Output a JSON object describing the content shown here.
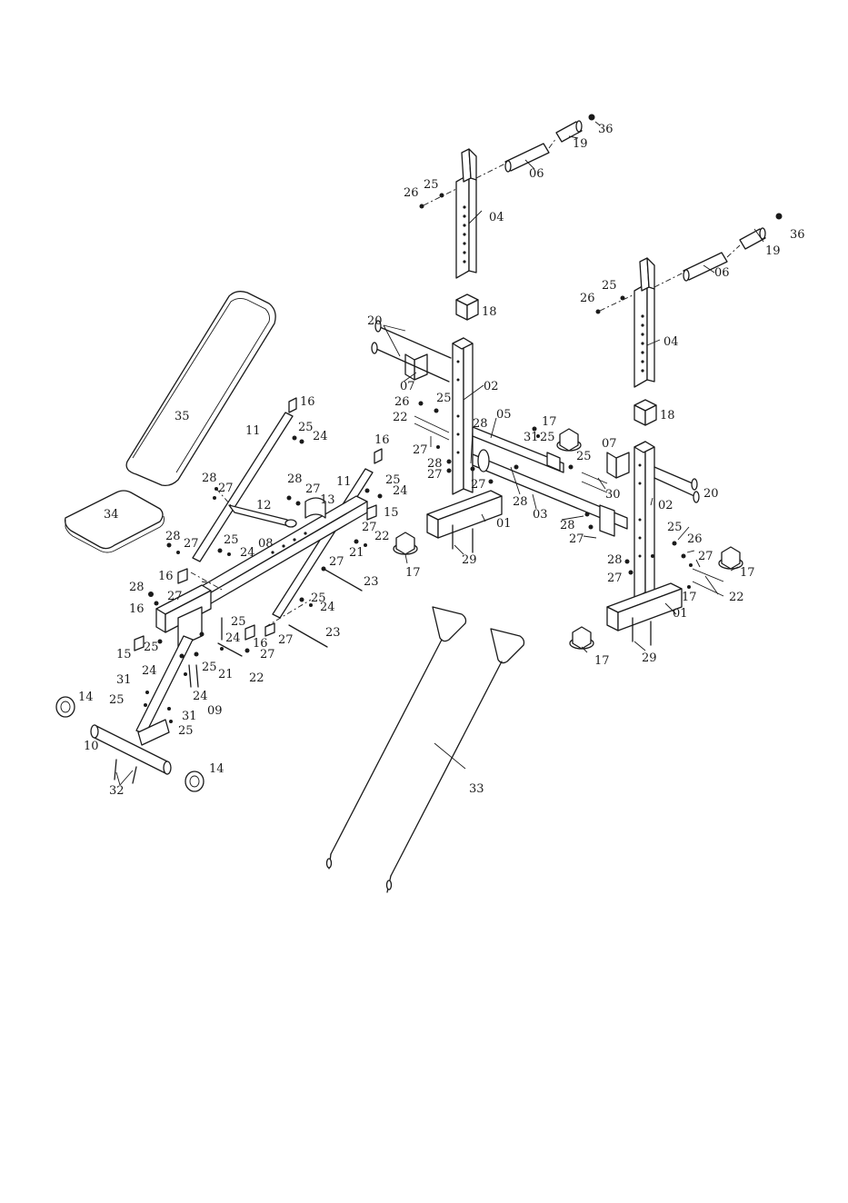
{
  "labels": [
    {
      "id": "l36a",
      "text": "36"
    },
    {
      "id": "l19a",
      "text": "19"
    },
    {
      "id": "l06a",
      "text": "06"
    },
    {
      "id": "l25a",
      "text": "25"
    },
    {
      "id": "l26a",
      "text": "26"
    },
    {
      "id": "l04a",
      "text": "04"
    },
    {
      "id": "l36b",
      "text": "36"
    },
    {
      "id": "l19b",
      "text": "19"
    },
    {
      "id": "l06b",
      "text": "06"
    },
    {
      "id": "l25b",
      "text": "25"
    },
    {
      "id": "l26b",
      "text": "26"
    },
    {
      "id": "l04b",
      "text": "04"
    },
    {
      "id": "l18a",
      "text": "18"
    },
    {
      "id": "l20a",
      "text": "20"
    },
    {
      "id": "l07a",
      "text": "07"
    },
    {
      "id": "l02a",
      "text": "02"
    },
    {
      "id": "l25c",
      "text": "25"
    },
    {
      "id": "l26c",
      "text": "26"
    },
    {
      "id": "l22a",
      "text": "22"
    },
    {
      "id": "l27a",
      "text": "27"
    },
    {
      "id": "l28a",
      "text": "28"
    },
    {
      "id": "l28b",
      "text": "28"
    },
    {
      "id": "l27b",
      "text": "27"
    },
    {
      "id": "l05",
      "text": "05"
    },
    {
      "id": "l17a",
      "text": "17"
    },
    {
      "id": "l31a",
      "text": "31"
    },
    {
      "id": "l25d",
      "text": "25"
    },
    {
      "id": "l25e",
      "text": "25"
    },
    {
      "id": "l07b",
      "text": "07"
    },
    {
      "id": "l18b",
      "text": "18"
    },
    {
      "id": "l27c",
      "text": "27"
    },
    {
      "id": "l28c",
      "text": "28"
    },
    {
      "id": "l30",
      "text": "30"
    },
    {
      "id": "l02b",
      "text": "02"
    },
    {
      "id": "l20b",
      "text": "20"
    },
    {
      "id": "l03",
      "text": "03"
    },
    {
      "id": "l01a",
      "text": "01"
    },
    {
      "id": "l28d",
      "text": "28"
    },
    {
      "id": "l27d",
      "text": "27"
    },
    {
      "id": "l25f",
      "text": "25"
    },
    {
      "id": "l26d",
      "text": "26"
    },
    {
      "id": "l17b",
      "text": "17"
    },
    {
      "id": "l29a",
      "text": "29"
    },
    {
      "id": "l17c",
      "text": "17"
    },
    {
      "id": "l28e",
      "text": "28"
    },
    {
      "id": "l27e",
      "text": "27"
    },
    {
      "id": "l27f",
      "text": "27"
    },
    {
      "id": "l22b",
      "text": "22"
    },
    {
      "id": "l17d",
      "text": "17"
    },
    {
      "id": "l01b",
      "text": "01"
    },
    {
      "id": "l17e",
      "text": "17"
    },
    {
      "id": "l29b",
      "text": "29"
    },
    {
      "id": "l35",
      "text": "35"
    },
    {
      "id": "l34",
      "text": "34"
    },
    {
      "id": "l16a",
      "text": "16"
    },
    {
      "id": "l11a",
      "text": "11"
    },
    {
      "id": "l25g",
      "text": "25"
    },
    {
      "id": "l24a",
      "text": "24"
    },
    {
      "id": "l16b",
      "text": "16"
    },
    {
      "id": "l28f",
      "text": "28"
    },
    {
      "id": "l27g",
      "text": "27"
    },
    {
      "id": "l12",
      "text": "12"
    },
    {
      "id": "l28g",
      "text": "28"
    },
    {
      "id": "l27h",
      "text": "27"
    },
    {
      "id": "l13",
      "text": "13"
    },
    {
      "id": "l11b",
      "text": "11"
    },
    {
      "id": "l25h",
      "text": "25"
    },
    {
      "id": "l24b",
      "text": "24"
    },
    {
      "id": "l15a",
      "text": "15"
    },
    {
      "id": "l27i",
      "text": "27"
    },
    {
      "id": "l22c",
      "text": "22"
    },
    {
      "id": "l21a",
      "text": "21"
    },
    {
      "id": "l28h",
      "text": "28"
    },
    {
      "id": "l27j",
      "text": "27"
    },
    {
      "id": "l25i",
      "text": "25"
    },
    {
      "id": "l24c",
      "text": "24"
    },
    {
      "id": "l08",
      "text": "08"
    },
    {
      "id": "l27k",
      "text": "27"
    },
    {
      "id": "l23a",
      "text": "23"
    },
    {
      "id": "l16c",
      "text": "16"
    },
    {
      "id": "l28i",
      "text": "28"
    },
    {
      "id": "l27l",
      "text": "27"
    },
    {
      "id": "l16d",
      "text": "16"
    },
    {
      "id": "l25j",
      "text": "25"
    },
    {
      "id": "l24d",
      "text": "24"
    },
    {
      "id": "l25k",
      "text": "25"
    },
    {
      "id": "l15b",
      "text": "15"
    },
    {
      "id": "l25l",
      "text": "25"
    },
    {
      "id": "l24e",
      "text": "24"
    },
    {
      "id": "l16e",
      "text": "16"
    },
    {
      "id": "l27m",
      "text": "27"
    },
    {
      "id": "l23b",
      "text": "23"
    },
    {
      "id": "l24f",
      "text": "24"
    },
    {
      "id": "l25m",
      "text": "25"
    },
    {
      "id": "l21b",
      "text": "21"
    },
    {
      "id": "l22d",
      "text": "22"
    },
    {
      "id": "l27n",
      "text": "27"
    },
    {
      "id": "l24g",
      "text": "24"
    },
    {
      "id": "l31b",
      "text": "31"
    },
    {
      "id": "l25n",
      "text": "25"
    },
    {
      "id": "l09",
      "text": "09"
    },
    {
      "id": "l31c",
      "text": "31"
    },
    {
      "id": "l14a",
      "text": "14"
    },
    {
      "id": "l25o",
      "text": "25"
    },
    {
      "id": "l10",
      "text": "10"
    },
    {
      "id": "l14b",
      "text": "14"
    },
    {
      "id": "l32",
      "text": "32"
    },
    {
      "id": "l33",
      "text": "33"
    }
  ]
}
